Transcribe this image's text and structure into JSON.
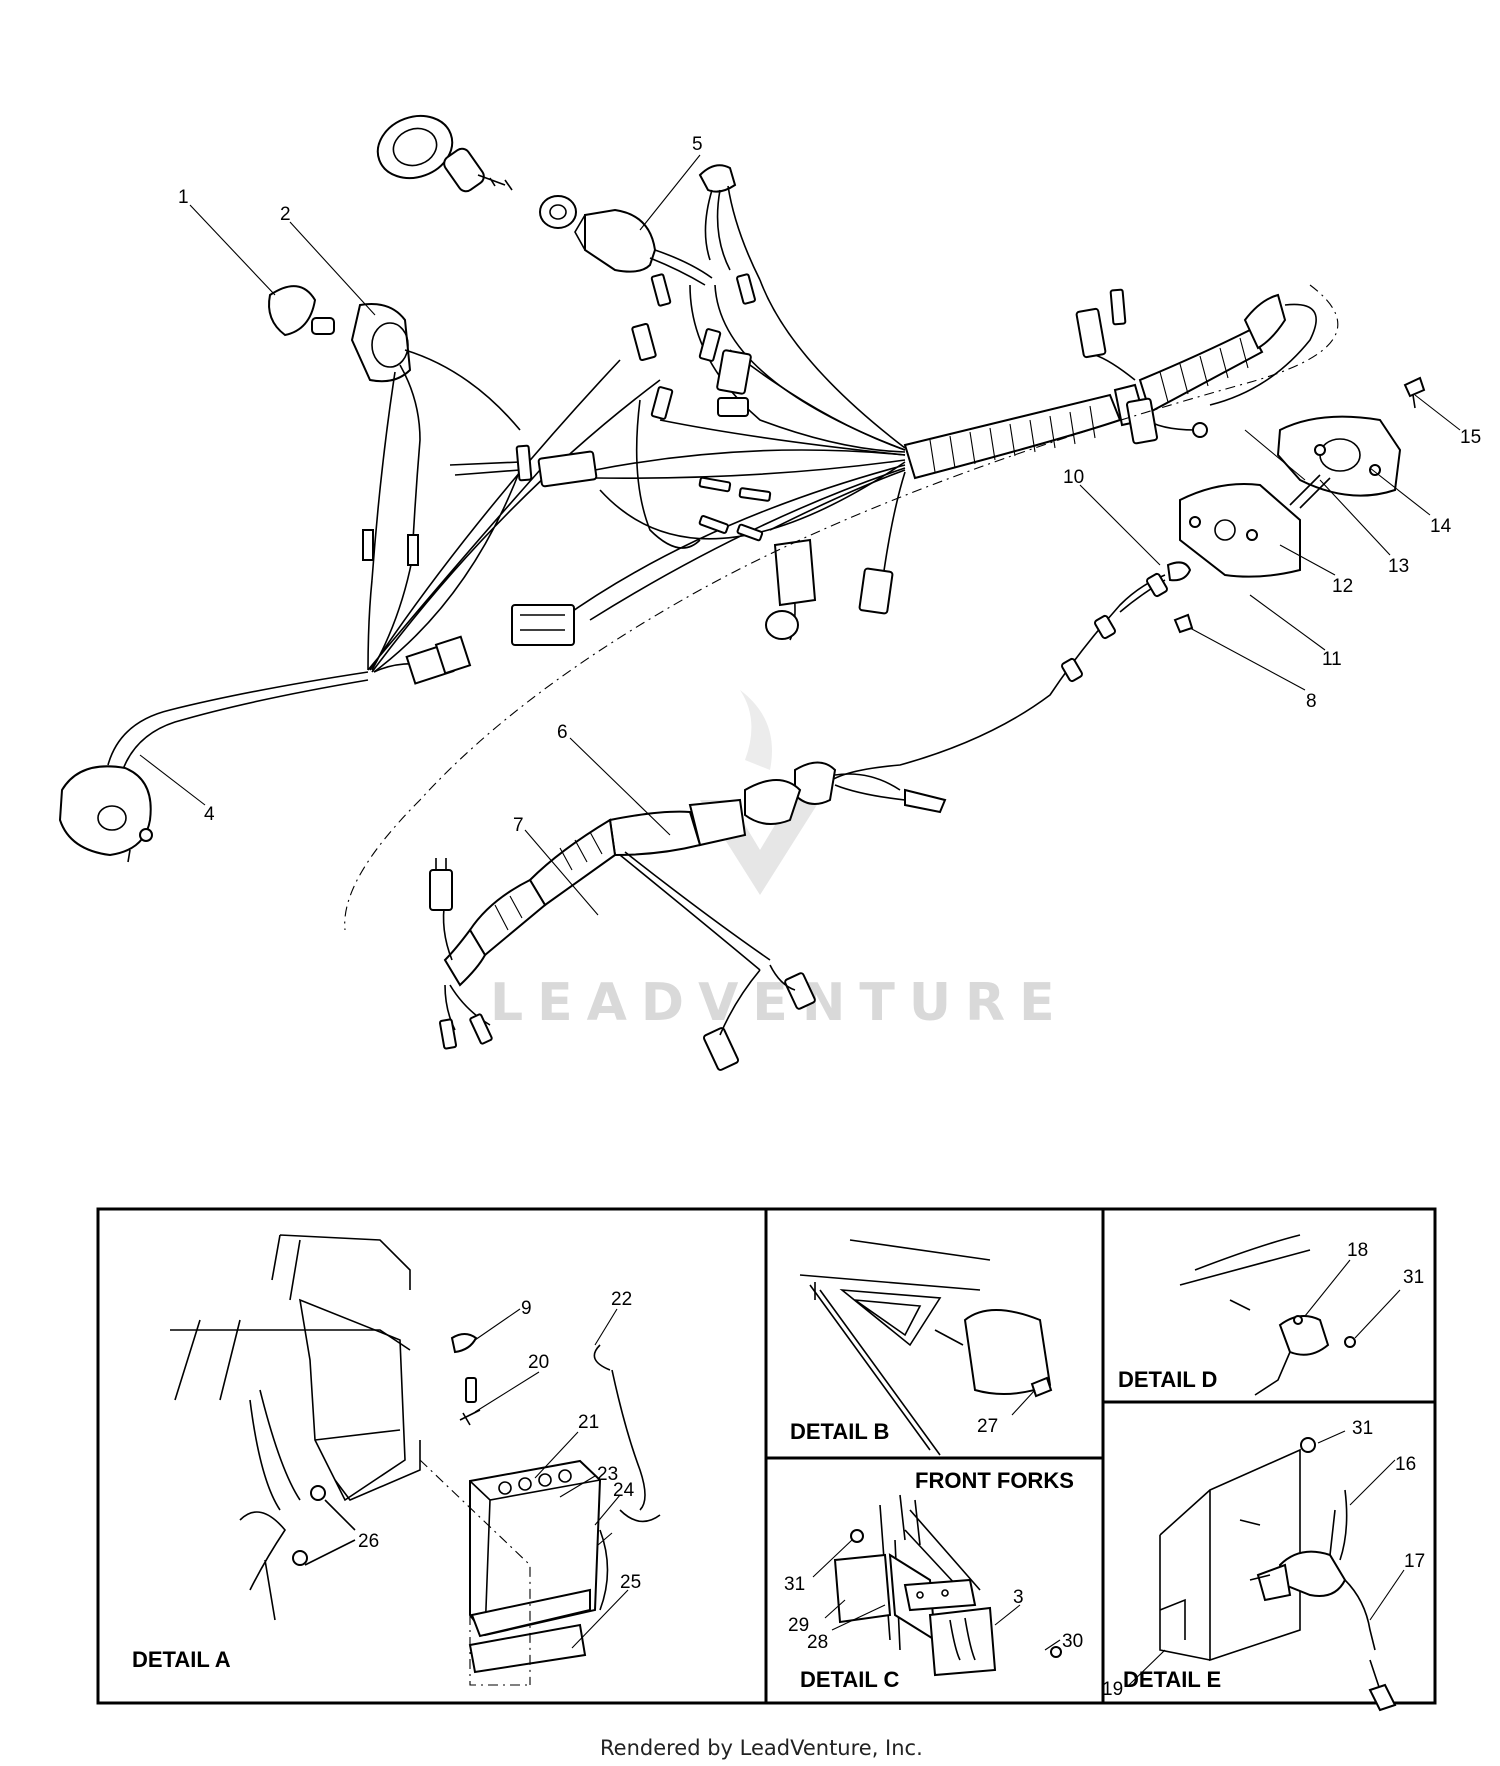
{
  "callouts": {
    "c1": "1",
    "c2": "2",
    "c3": "3",
    "c4": "4",
    "c5": "5",
    "c6": "6",
    "c7": "7",
    "c8": "8",
    "c9": "9",
    "c10": "10",
    "c11": "11",
    "c12": "12",
    "c13": "13",
    "c14": "14",
    "c15": "15",
    "c16": "16",
    "c17": "17",
    "c18": "18",
    "c19": "19",
    "c20": "20",
    "c21": "21",
    "c22": "22",
    "c23": "23",
    "c24": "24",
    "c25": "25",
    "c26": "26",
    "c27": "27",
    "c28": "28",
    "c29": "29",
    "c30": "30",
    "c31a": "31",
    "c31b": "31",
    "c31c": "31"
  },
  "details": {
    "a": "DETAIL A",
    "b": "DETAIL B",
    "c": "DETAIL C",
    "d": "DETAIL D",
    "e": "DETAIL E",
    "front_forks": "FRONT FORKS"
  },
  "watermark": "LEADVENTURE",
  "footer": "Rendered by LeadVenture, Inc."
}
